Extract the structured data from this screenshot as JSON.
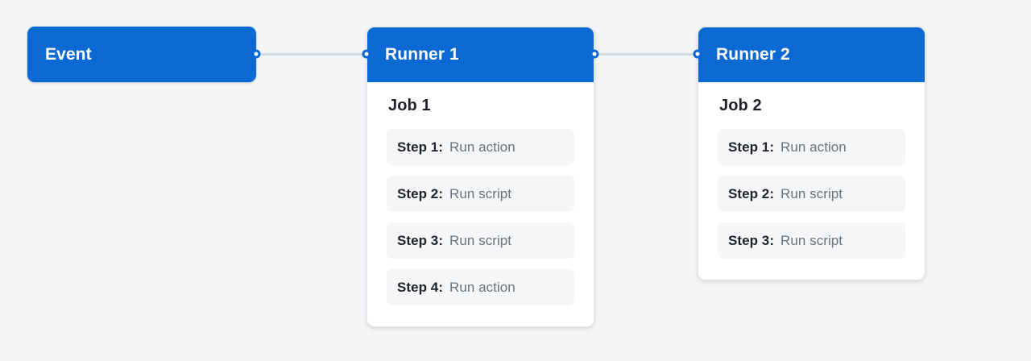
{
  "colors": {
    "background": "#f4f5f7",
    "node_blue": "#0b69d4",
    "card_white": "#ffffff",
    "step_row_bg": "#f5f6f8",
    "edge_gray": "#d5d8dd",
    "text_dark": "#1f2328",
    "text_muted": "#6a737d",
    "port_fill": "#ffffff",
    "port_ring": "#0969da",
    "card_border": "#e3e6ea"
  },
  "diagram": {
    "type": "workflow-pipeline",
    "event_node": {
      "label": "Event",
      "output_port_name": "event-output-port"
    },
    "runners": [
      {
        "title": "Runner 1",
        "job_title": "Job 1",
        "has_input_port": true,
        "has_output_port": true,
        "steps": [
          {
            "label": "Step 1:",
            "desc": "Run action"
          },
          {
            "label": "Step 2:",
            "desc": "Run script"
          },
          {
            "label": "Step 3:",
            "desc": "Run script"
          },
          {
            "label": "Step 4:",
            "desc": "Run action"
          }
        ]
      },
      {
        "title": "Runner 2",
        "job_title": "Job 2",
        "has_input_port": true,
        "has_output_port": false,
        "steps": [
          {
            "label": "Step 1:",
            "desc": "Run action"
          },
          {
            "label": "Step 2:",
            "desc": "Run script"
          },
          {
            "label": "Step 3:",
            "desc": "Run script"
          }
        ]
      }
    ],
    "edges": [
      {
        "from": "Event",
        "to": "Runner 1"
      },
      {
        "from": "Runner 1",
        "to": "Runner 2"
      }
    ]
  }
}
